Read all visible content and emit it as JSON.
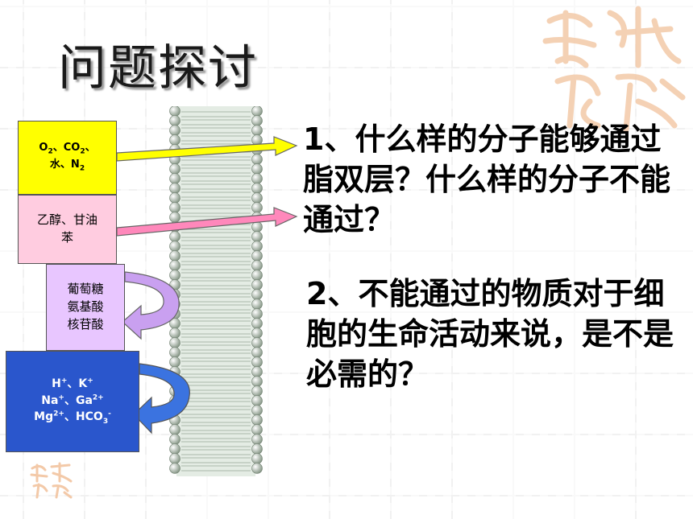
{
  "slide": {
    "title": "问题探讨",
    "colors": {
      "yellow": "#ffff00",
      "pink": "#ffcce0",
      "purple": "#e8c6ff",
      "blue": "#2a56cc"
    }
  },
  "boxes": {
    "small_molecules": {
      "line1_prefix": "O",
      "line1_sub1": "2",
      "line1_sep": "、CO",
      "line1_sub2": "2",
      "line1_end": "、",
      "line2_prefix": "水、N",
      "line2_sub": "2"
    },
    "organic": {
      "line1": "乙醇、甘油",
      "line2": "苯"
    },
    "large_molecules": {
      "line1": "葡萄糖",
      "line2": "氨基酸",
      "line3": "核苷酸"
    },
    "ions": {
      "line1_a": "H",
      "line1_a_sup": "+",
      "line1_sep": "、K",
      "line1_b_sup": "+",
      "line2_a": "Na",
      "line2_a_sup": "+",
      "line2_sep": "、Ga",
      "line2_b_sup": "2+",
      "line3_a": "Mg",
      "line3_a_sup": "2+",
      "line3_sep": "、HCO",
      "line3_sub": "3",
      "line3_sup": "-"
    }
  },
  "questions": {
    "q1": "1、什么样的分子能够通过脂双层？什么样的分子不能通过？",
    "q2": "2、不能通过的物质对于细胞的生命活动来说，是不是必需的？"
  }
}
